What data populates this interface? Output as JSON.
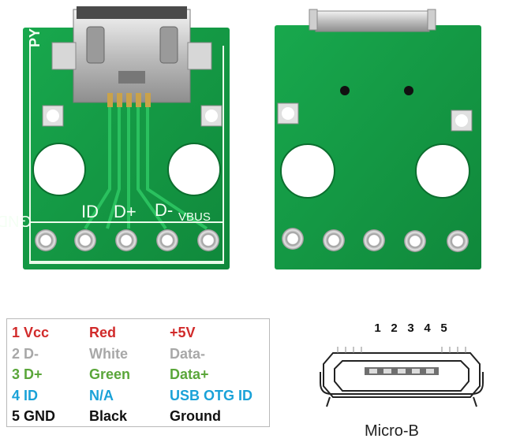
{
  "silkscreen": {
    "py": "PY",
    "gnd": "GND",
    "id": "ID",
    "dplus": "D+",
    "dminus": "D-",
    "vbus": "VBUS"
  },
  "pinout": {
    "rows": [
      {
        "pin": "1 Vcc",
        "wire": "Red",
        "signal": "+5V",
        "color": "#d12a2a"
      },
      {
        "pin": "2 D-",
        "wire": "White",
        "signal": "Data-",
        "color": "#a8a8a8"
      },
      {
        "pin": "3 D+",
        "wire": "Green",
        "signal": "Data+",
        "color": "#5aa63a"
      },
      {
        "pin": "4 ID",
        "wire": "N/A",
        "signal": "USB OTG ID",
        "color": "#1aa2d8"
      },
      {
        "pin": "5 GND",
        "wire": "Black",
        "signal": "Ground",
        "color": "#111111"
      }
    ]
  },
  "connector": {
    "pin_numbers": [
      "1",
      "2",
      "3",
      "4",
      "5"
    ],
    "caption": "Micro-B"
  },
  "colors": {
    "pcb": "#16a04a",
    "pcb_dark": "#0d7a34",
    "pad_silver": "#d9d9d9",
    "gold": "#c9a24a"
  }
}
